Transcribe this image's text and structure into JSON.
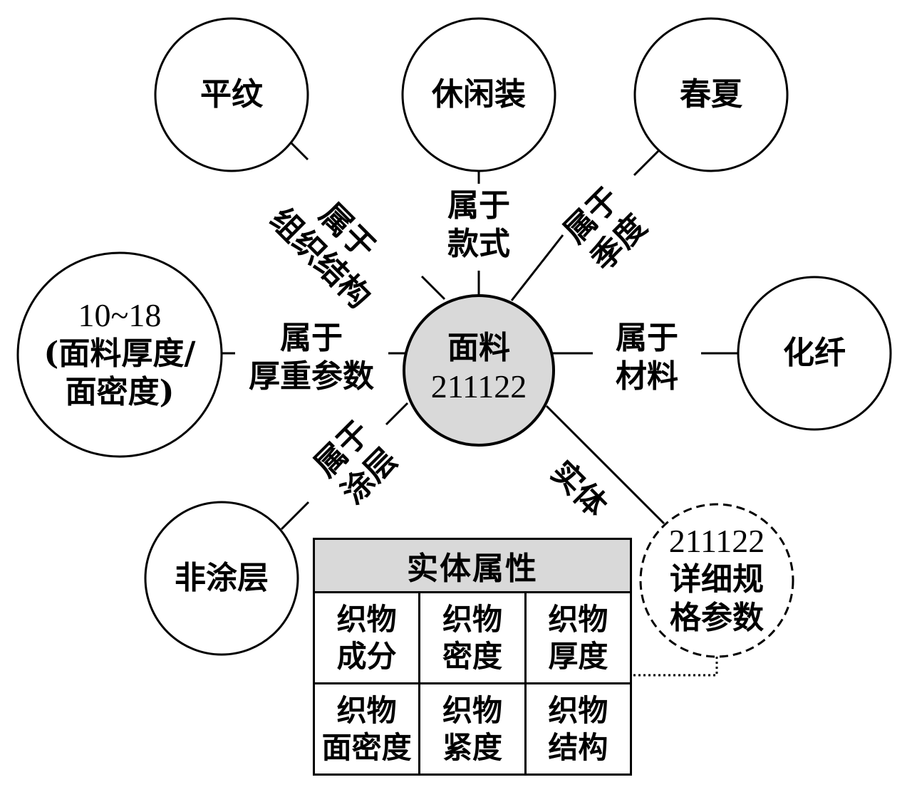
{
  "center_node": {
    "title": "面料",
    "code": "211122",
    "fill": "#d9d9d9"
  },
  "nodes": [
    {
      "id": "weave",
      "text": "平纹",
      "relation": [
        "属于",
        "组织结构"
      ]
    },
    {
      "id": "style",
      "text": "休闲装",
      "relation": [
        "属于",
        "款式"
      ]
    },
    {
      "id": "season",
      "text": "春夏",
      "relation": [
        "属于",
        "季度"
      ]
    },
    {
      "id": "thickness",
      "lines": [
        "10~18",
        "(面料厚度/",
        "面密度)"
      ],
      "relation": [
        "属于",
        "厚重参数"
      ]
    },
    {
      "id": "material",
      "text": "化纤",
      "relation": [
        "属于",
        "材料"
      ]
    },
    {
      "id": "coating",
      "text": "非涂层",
      "relation": [
        "属于",
        "涂层"
      ]
    },
    {
      "id": "entity",
      "lines": [
        "211122",
        "详细规",
        "格参数"
      ],
      "relation": [
        "实体"
      ]
    }
  ],
  "attribute_table": {
    "header": "实体属性",
    "rows": [
      [
        [
          "织物",
          "成分"
        ],
        [
          "织物",
          "密度"
        ],
        [
          "织物",
          "厚度"
        ]
      ],
      [
        [
          "织物",
          "面密度"
        ],
        [
          "织物",
          "紧度"
        ],
        [
          "织物",
          "结构"
        ]
      ]
    ]
  }
}
